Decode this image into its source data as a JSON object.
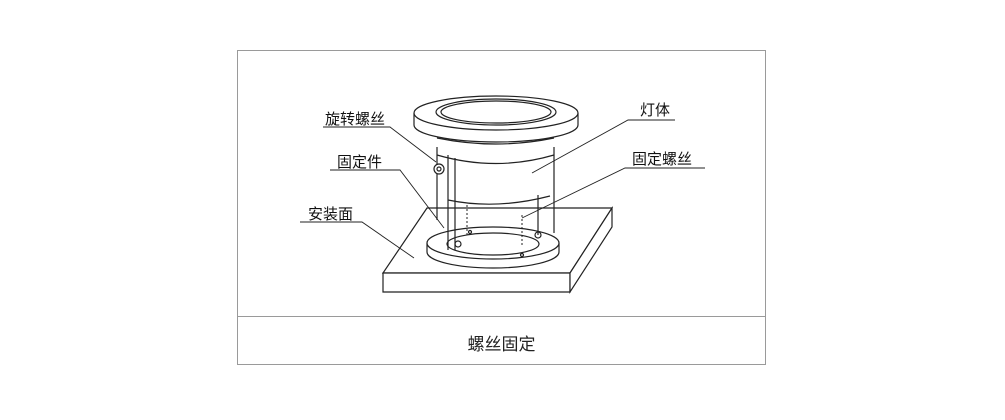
{
  "caption": "螺丝固定",
  "labels": {
    "rotate_screw": "旋转螺丝",
    "fixing_part": "固定件",
    "mounting_surface": "安装面",
    "lamp_body": "灯体",
    "fixing_screw": "固定螺丝"
  }
}
